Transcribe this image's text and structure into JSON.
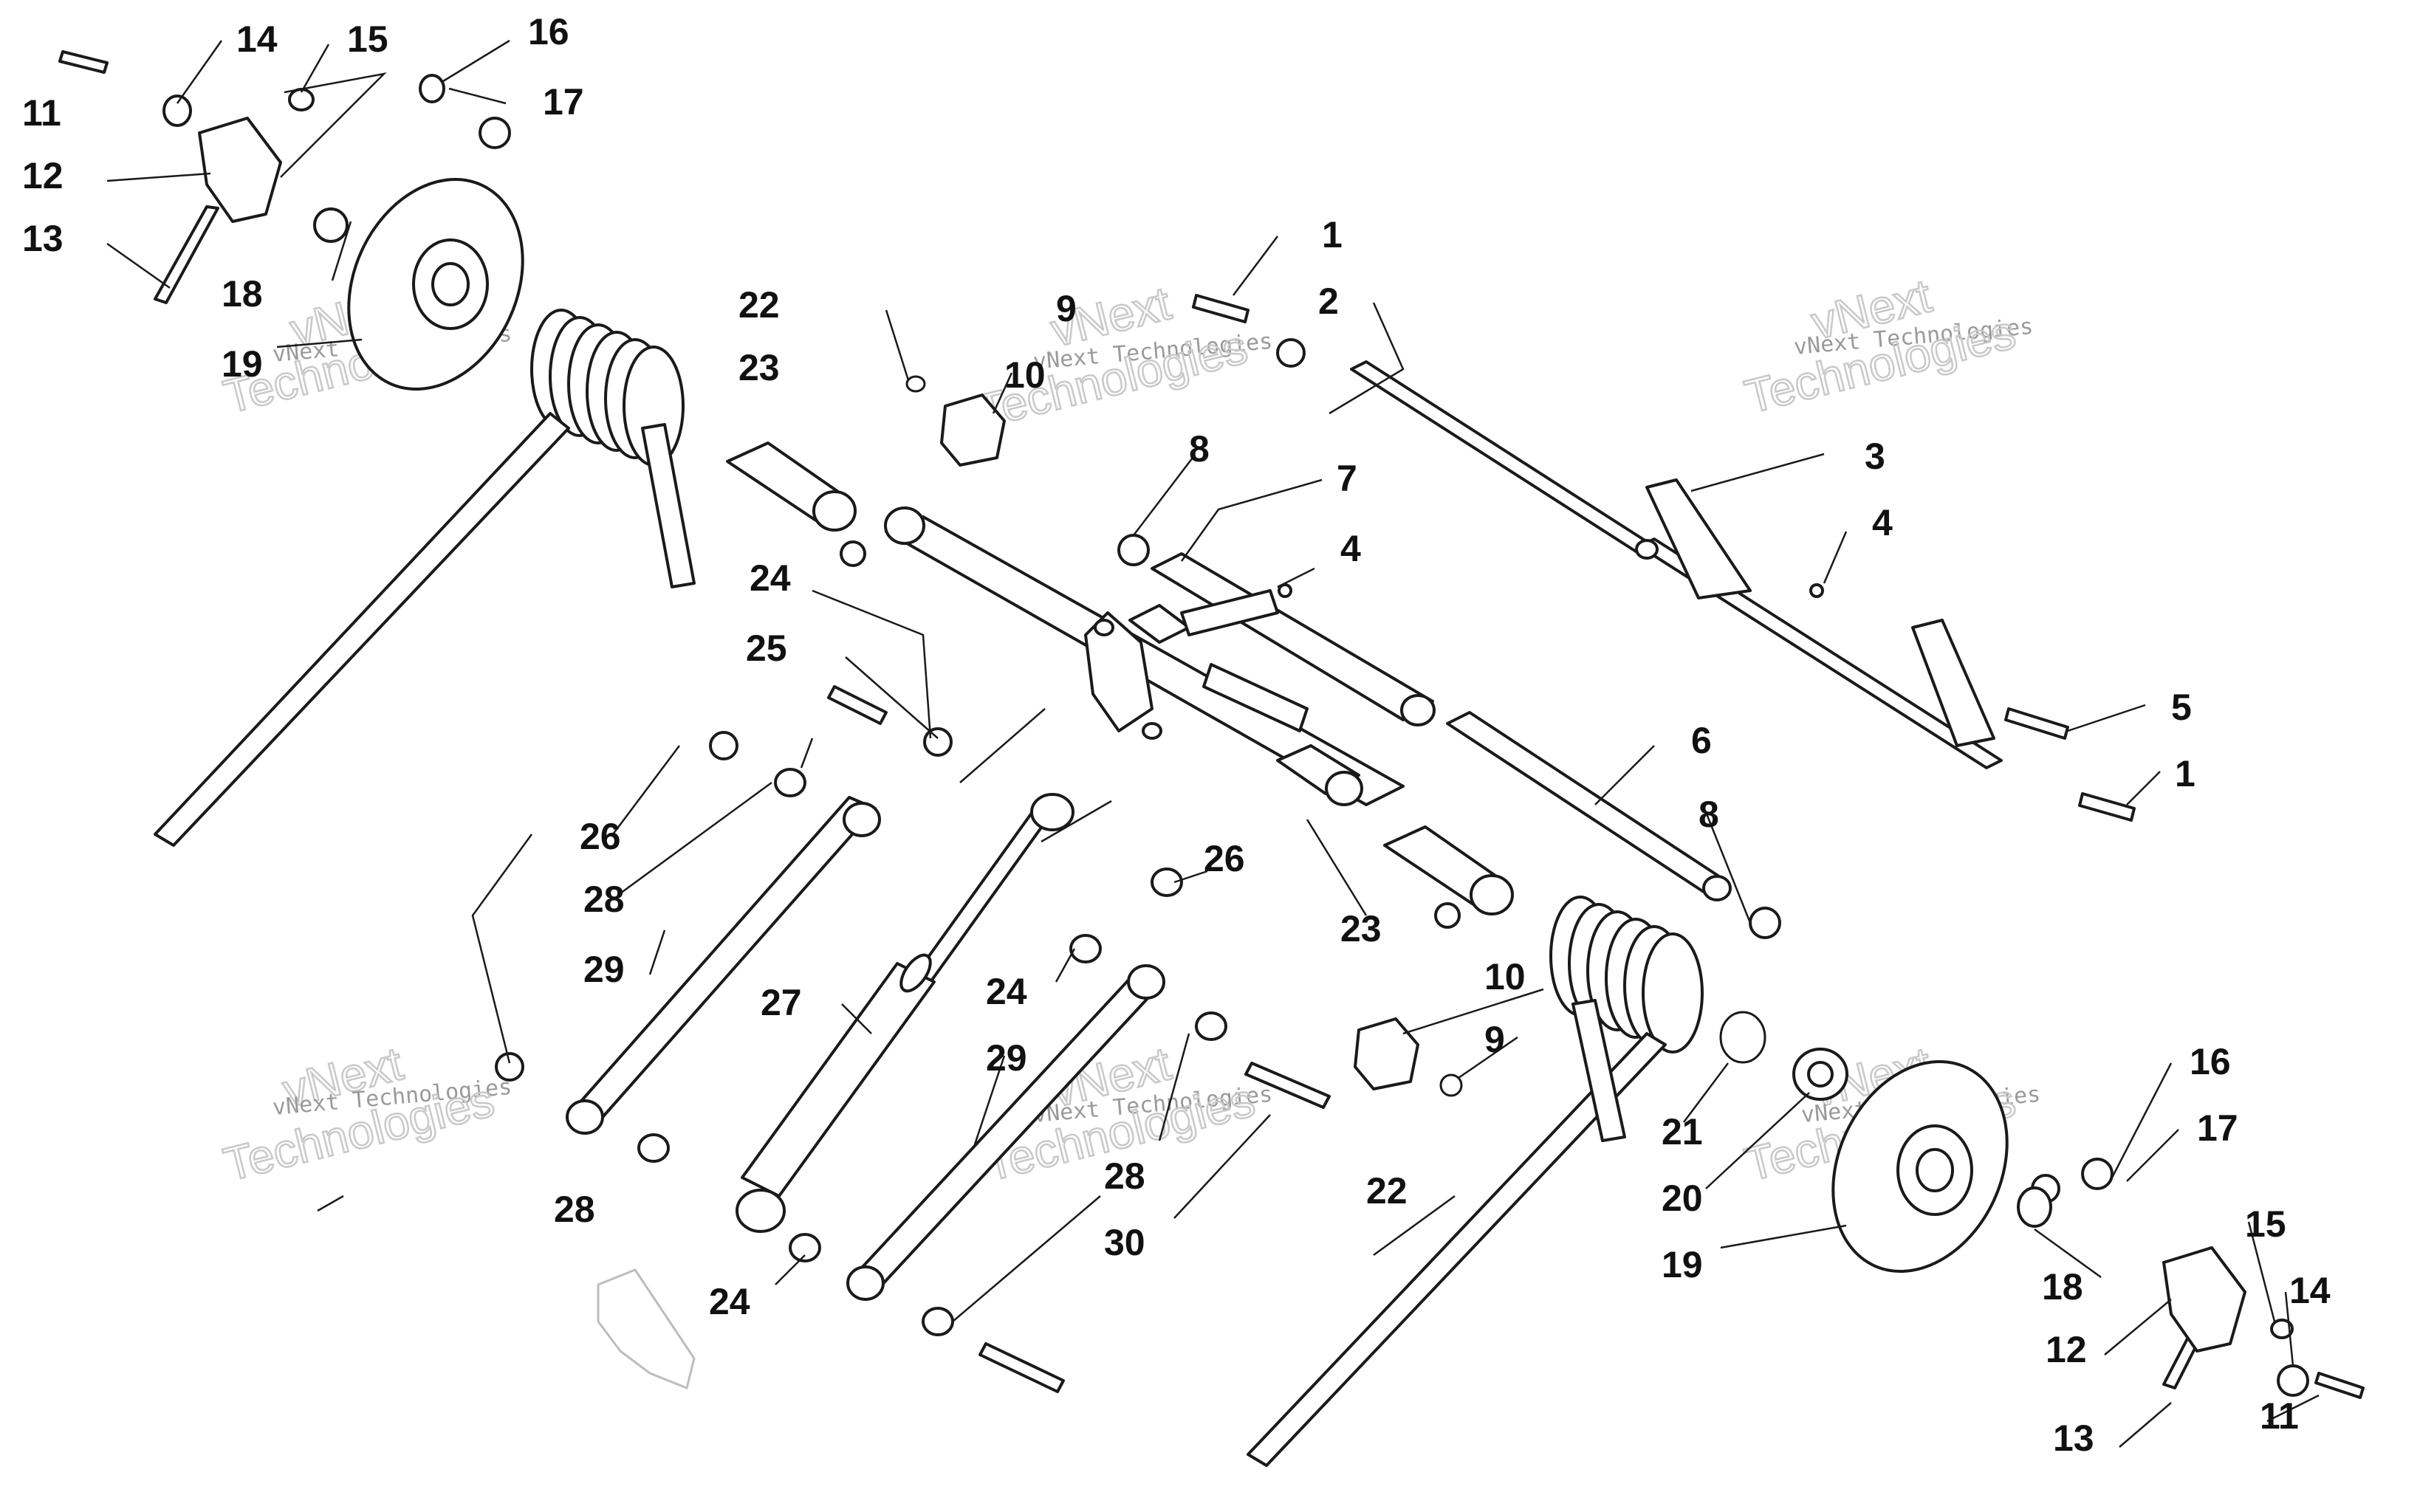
{
  "callouts": [
    "1",
    "2",
    "3",
    "4",
    "5",
    "6",
    "7",
    "8",
    "9",
    "10",
    "11",
    "12",
    "13",
    "14",
    "15",
    "16",
    "17",
    "18",
    "19",
    "20",
    "21",
    "22",
    "23",
    "24",
    "25",
    "26",
    "27",
    "28",
    "29",
    "30"
  ],
  "watermark": {
    "company_small": "vNext Technologies",
    "word_1": "vNext",
    "word_2": "Technologies"
  }
}
